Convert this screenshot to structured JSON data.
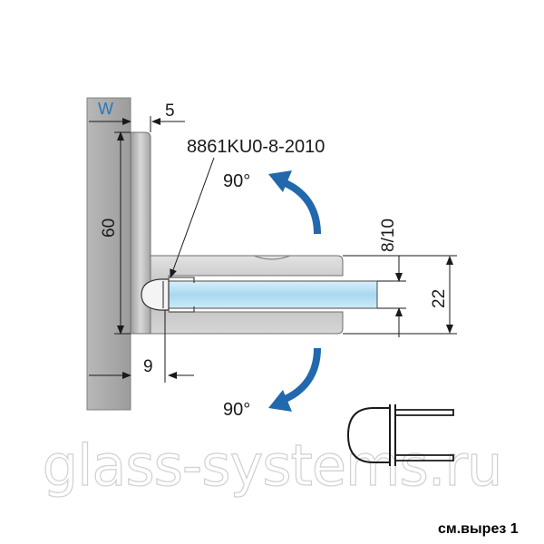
{
  "wall_label": "W",
  "part_number": "8861KU0-8-2010",
  "dimensions": {
    "gap": "5",
    "height": "60",
    "offset": "9",
    "glass_thickness": "8/10",
    "clamp_height": "22"
  },
  "angles": {
    "upper": "90°",
    "lower": "90°"
  },
  "watermark": "glass-systems.ru",
  "note": "см.вырез 1",
  "colors": {
    "wall": "#adadad",
    "metal": "#c8c8c8",
    "glass": "#bfe4f6",
    "arrow": "#2268ad",
    "wall_label": "#2a77b8"
  }
}
